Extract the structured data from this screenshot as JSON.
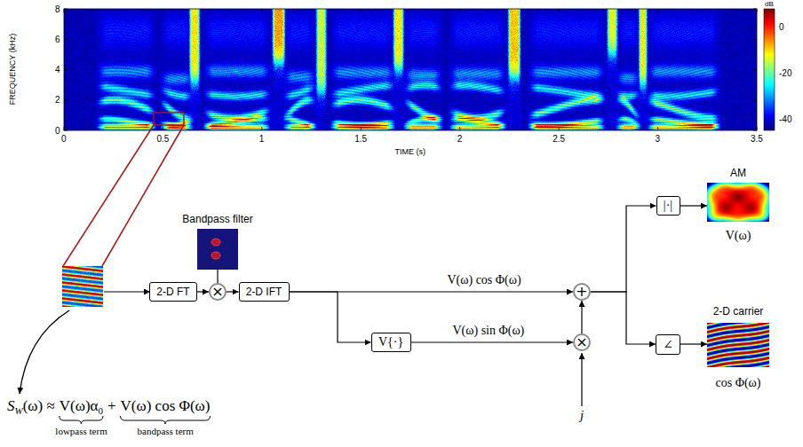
{
  "diagram": {
    "nodes": [
      {
        "text": [
          "Bandpass filter"
        ]
      },
      {
        "text": [
          "2-D FT"
        ]
      },
      {
        "text": [
          "×"
        ]
      },
      {
        "text": [
          "2-D IFT"
        ]
      },
      {
        "text": [
          "V{·}"
        ]
      },
      {
        "text": [
          "+"
        ]
      },
      {
        "text": [
          "×"
        ]
      },
      {
        "text": [
          "|·|"
        ]
      },
      {
        "text": [
          "∠"
        ]
      },
      {
        "text": [
          "AM",
          "V(ω)"
        ]
      },
      {
        "text": [
          "2-D carrier",
          "cos Φ(ω)"
        ]
      }
    ],
    "edges": [
      {
        "from": 1,
        "to": 2,
        "arrow": "to"
      },
      {
        "from": 0,
        "to": 2,
        "arrow": "none"
      },
      {
        "from": 2,
        "to": 3,
        "arrow": "to"
      },
      {
        "from": 3,
        "to": 5,
        "label": "V(ω) cos Φ(ω)",
        "arrow": "to"
      },
      {
        "from": 3,
        "to": 4,
        "arrow": "to"
      },
      {
        "from": 4,
        "to": 6,
        "label": "V(ω) sin Φ(ω)",
        "arrow": "to"
      },
      {
        "from": 6,
        "to": 5,
        "arrow": "to"
      },
      {
        "from": 5,
        "to": 7,
        "arrow": "to"
      },
      {
        "from": 5,
        "to": 8,
        "arrow": "to"
      },
      {
        "from": 7,
        "to": 9,
        "arrow": "to"
      },
      {
        "from": 8,
        "to": 10,
        "arrow": "to"
      }
    ],
    "labels": [
      "FREQUENCY (kHz)",
      "0",
      "2",
      "4",
      "6",
      "8",
      "0",
      "0.5",
      "1",
      "1.5",
      "2",
      "2.5",
      "3",
      "3.5",
      "TIME (s)",
      "dB",
      "0",
      "-20",
      "-40",
      "S",
      "W",
      "(ω) ≈",
      "V(ω)α",
      "0",
      "+",
      "V(ω) cos Φ(ω)",
      "lowpass term",
      "bandpass term",
      "j"
    ]
  }
}
